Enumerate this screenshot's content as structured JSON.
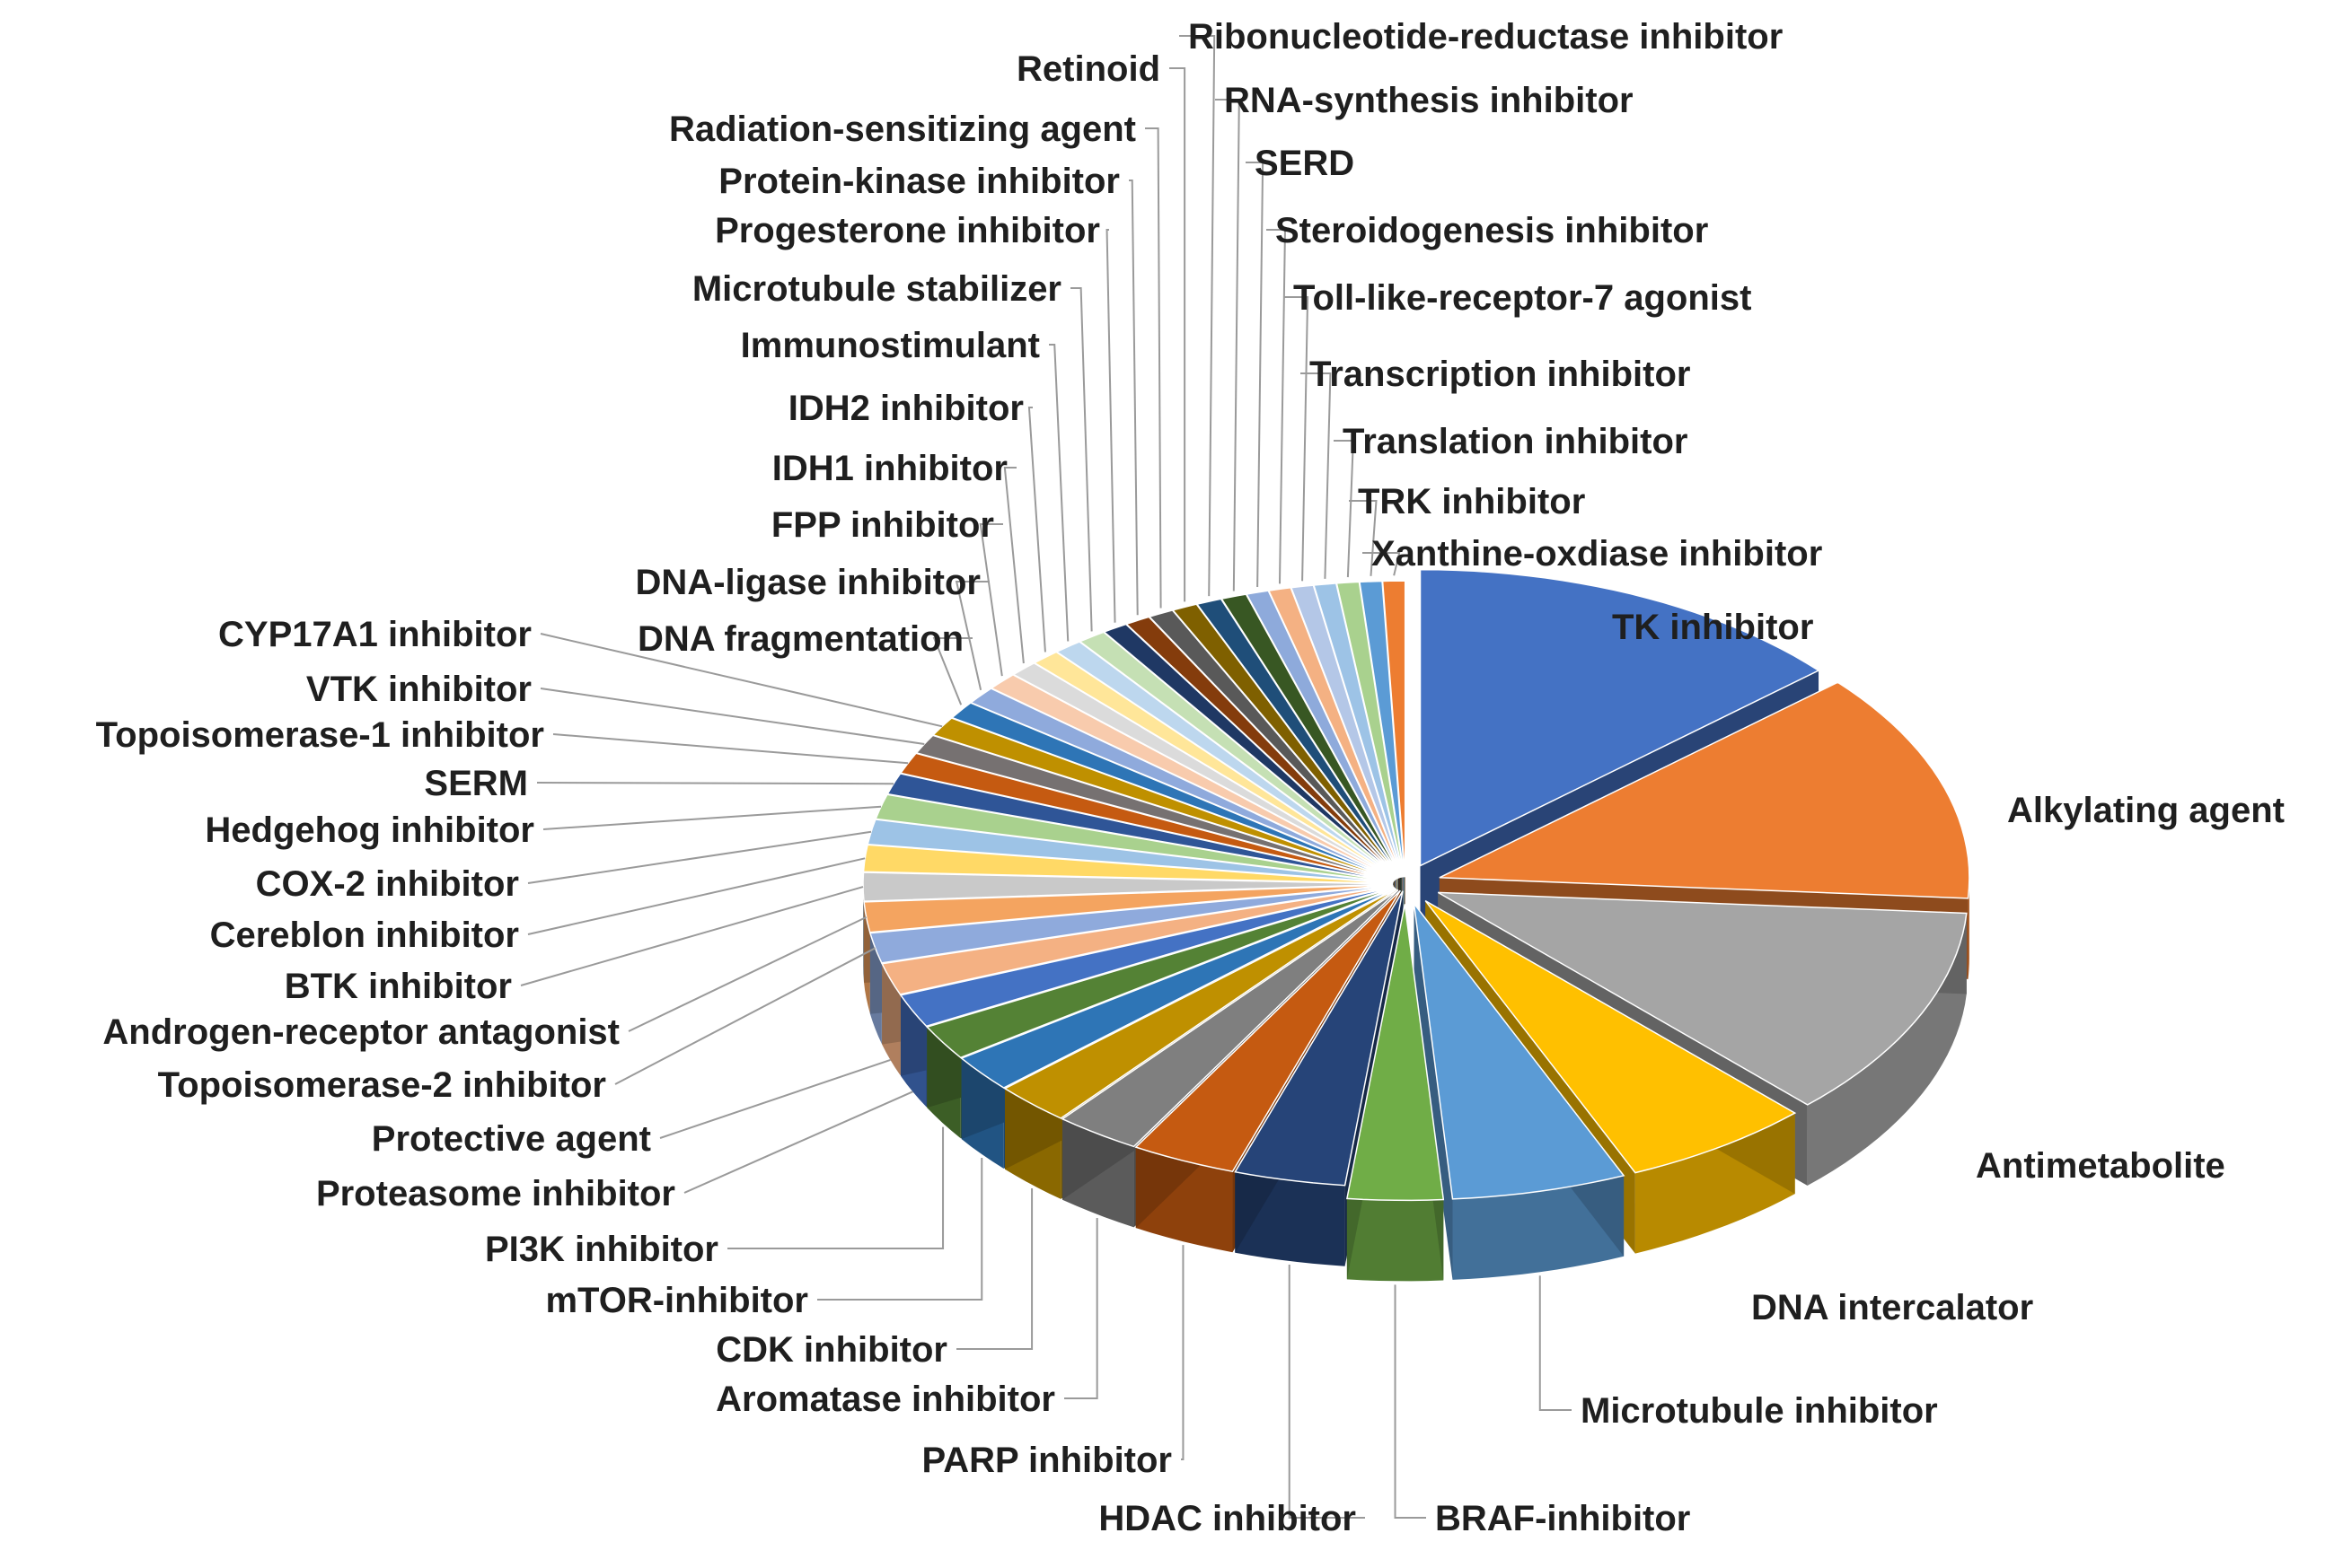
{
  "chart_data": {
    "type": "pie",
    "style": "3d-exploded",
    "legend": "none",
    "labels_on_chart": true,
    "slices": [
      {
        "label": "TK inhibitor",
        "value": 14.0,
        "color": "#4472c4"
      },
      {
        "label": "Alkylating agent",
        "value": 13.0,
        "color": "#ed7d31"
      },
      {
        "label": "Antimetabolite",
        "value": 12.0,
        "color": "#a5a5a5"
      },
      {
        "label": "DNA intercalator",
        "value": 6.0,
        "color": "#ffc000"
      },
      {
        "label": "Microtubule inhibitor",
        "value": 5.5,
        "color": "#5b9bd5"
      },
      {
        "label": "BRAF-inhibitor",
        "value": 3.0,
        "color": "#70ad47"
      },
      {
        "label": "HDAC inhibitor",
        "value": 3.5,
        "color": "#264478"
      },
      {
        "label": "PARP inhibitor",
        "value": 3.3,
        "color": "#c55a11"
      },
      {
        "label": "Aromatase inhibitor",
        "value": 2.7,
        "color": "#7f7f7f"
      },
      {
        "label": "CDK inhibitor",
        "value": 2.4,
        "color": "#bf9000"
      },
      {
        "label": "mTOR-inhibitor",
        "value": 2.1,
        "color": "#2e75b6"
      },
      {
        "label": "PI3K inhibitor",
        "value": 2.0,
        "color": "#548235"
      },
      {
        "label": "Proteasome inhibitor",
        "value": 1.9,
        "color": "#4472c4"
      },
      {
        "label": "Protective agent",
        "value": 1.8,
        "color": "#f4b183"
      },
      {
        "label": "Topoisomerase-2 inhibitor",
        "value": 1.7,
        "color": "#8faadc"
      },
      {
        "label": "Androgen-receptor antagonist",
        "value": 1.7,
        "color": "#f4a460"
      },
      {
        "label": "BTK inhibitor",
        "value": 1.6,
        "color": "#c9c9c9"
      },
      {
        "label": "Cereblon inhibitor",
        "value": 1.5,
        "color": "#ffd966"
      },
      {
        "label": "COX-2 inhibitor",
        "value": 1.4,
        "color": "#9dc3e6"
      },
      {
        "label": "Hedgehog inhibitor",
        "value": 1.4,
        "color": "#a9d18e"
      },
      {
        "label": "SERM",
        "value": 1.2,
        "color": "#2f5597"
      },
      {
        "label": "Topoisomerase-1 inhibitor",
        "value": 1.2,
        "color": "#c55a11"
      },
      {
        "label": "VTK inhibitor",
        "value": 1.1,
        "color": "#767171"
      },
      {
        "label": "CYP17A1 inhibitor",
        "value": 1.1,
        "color": "#bf9000"
      },
      {
        "label": "DNA fragmentation",
        "value": 1.0,
        "color": "#2e75b6"
      },
      {
        "label": "DNA-ligase inhibitor",
        "value": 1.0,
        "color": "#8faadc"
      },
      {
        "label": "FPP inhibitor",
        "value": 1.0,
        "color": "#f8cbad"
      },
      {
        "label": "IDH1 inhibitor",
        "value": 0.9,
        "color": "#dbdbdb"
      },
      {
        "label": "IDH2 inhibitor",
        "value": 0.9,
        "color": "#ffe699"
      },
      {
        "label": "Immunostimulant",
        "value": 0.9,
        "color": "#bdd7ee"
      },
      {
        "label": "Microtubule stabilizer",
        "value": 0.9,
        "color": "#c5e0b4"
      },
      {
        "label": "Progesterone inhibitor",
        "value": 0.8,
        "color": "#1f3864"
      },
      {
        "label": "Protein-kinase inhibitor",
        "value": 0.8,
        "color": "#843c0c"
      },
      {
        "label": "Radiation-sensitizing agent",
        "value": 0.8,
        "color": "#595959"
      },
      {
        "label": "Retinoid",
        "value": 0.8,
        "color": "#7f6000"
      },
      {
        "label": "Ribonucleotide-reductase inhibitor",
        "value": 0.8,
        "color": "#1f4e79"
      },
      {
        "label": "RNA-synthesis inhibitor",
        "value": 0.8,
        "color": "#385723"
      },
      {
        "label": "SERD",
        "value": 0.7,
        "color": "#8eaadb"
      },
      {
        "label": "Steroidogenesis inhibitor",
        "value": 0.7,
        "color": "#f4b183"
      },
      {
        "label": "Toll-like-receptor-7 agonist",
        "value": 0.7,
        "color": "#b4c7e7"
      },
      {
        "label": "Transcription inhibitor",
        "value": 0.7,
        "color": "#9dc3e6"
      },
      {
        "label": "Translation inhibitor",
        "value": 0.7,
        "color": "#a9d18e"
      },
      {
        "label": "TRK inhibitor",
        "value": 0.7,
        "color": "#5b9bd5"
      },
      {
        "label": "Xanthine-oxdiase inhibitor",
        "value": 0.7,
        "color": "#ed7d31"
      }
    ]
  }
}
